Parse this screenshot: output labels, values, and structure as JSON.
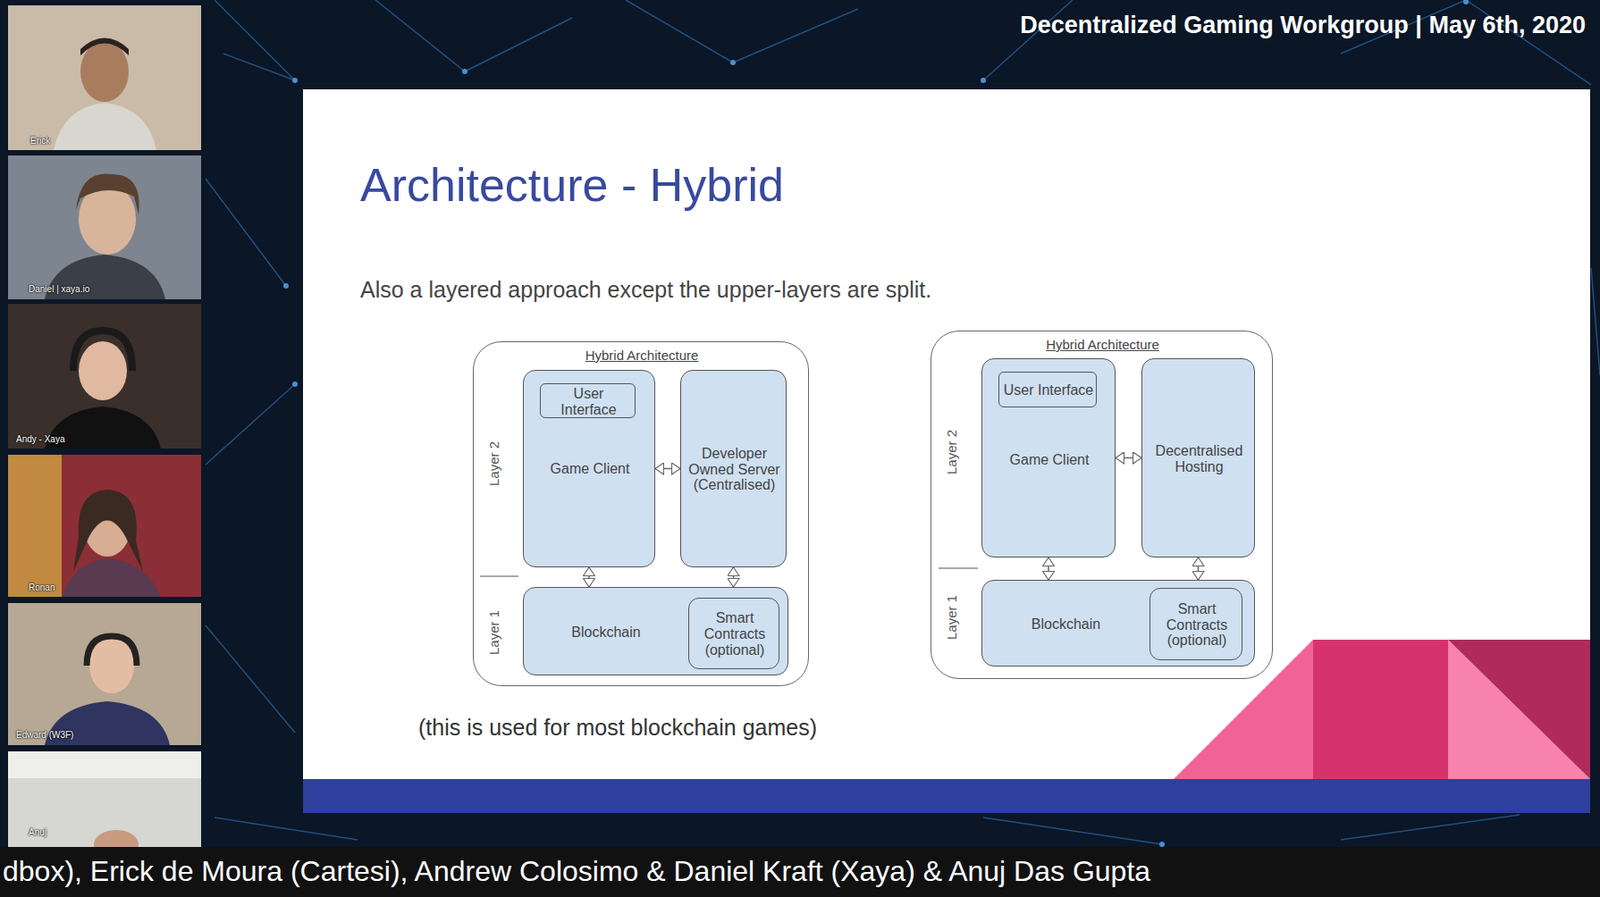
{
  "diagram": {
    "title": "Architecture - Hybrid",
    "caption": "(this is used for most blockchain games)",
    "nodes": [
      {
        "text": [
          "Hybrid Architecture"
        ]
      },
      {
        "text": [
          "Game Client"
        ],
        "in": 0
      },
      {
        "text": [
          "User Interface"
        ],
        "in": 1
      },
      {
        "text": [
          "Developer Owned Server (Centralised)"
        ],
        "in": 0
      },
      {
        "text": [
          "Blockchain"
        ],
        "in": 0
      },
      {
        "text": [
          "Smart Contracts (optional)"
        ],
        "in": 4
      },
      {
        "text": [
          "Hybrid Architecture"
        ]
      },
      {
        "text": [
          "Game Client"
        ],
        "in": 6
      },
      {
        "text": [
          "User Interface"
        ],
        "in": 7
      },
      {
        "text": [
          "Decentralised Hosting"
        ],
        "in": 6
      },
      {
        "text": [
          "Blockchain"
        ],
        "in": 6
      },
      {
        "text": [
          "Smart Contracts (optional)"
        ],
        "in": 10
      }
    ],
    "edges": [
      {
        "from": 1,
        "to": 3,
        "arrow": "both"
      },
      {
        "from": 1,
        "to": 4,
        "arrow": "both"
      },
      {
        "from": 3,
        "to": 4,
        "arrow": "both"
      },
      {
        "from": 7,
        "to": 9,
        "arrow": "both"
      },
      {
        "from": 7,
        "to": 10,
        "arrow": "both"
      },
      {
        "from": 9,
        "to": 10,
        "arrow": "both"
      }
    ],
    "labels": [
      "Decentralized Gaming Workgroup | May 6th, 2020",
      "Erick",
      "Daniel | xaya.io",
      "Andy - Xaya",
      "Ronan",
      "Edward (W3F)",
      "Anuj",
      "Also a layered approach except the upper-layers are split.",
      "Layer 2",
      "Layer 1",
      "Layer 2",
      "Layer 1",
      "dbox), Erick de Moura (Cartesi), Andrew Colosimo & Daniel Kraft (Xaya) & Anuj Das Gupta"
    ]
  }
}
